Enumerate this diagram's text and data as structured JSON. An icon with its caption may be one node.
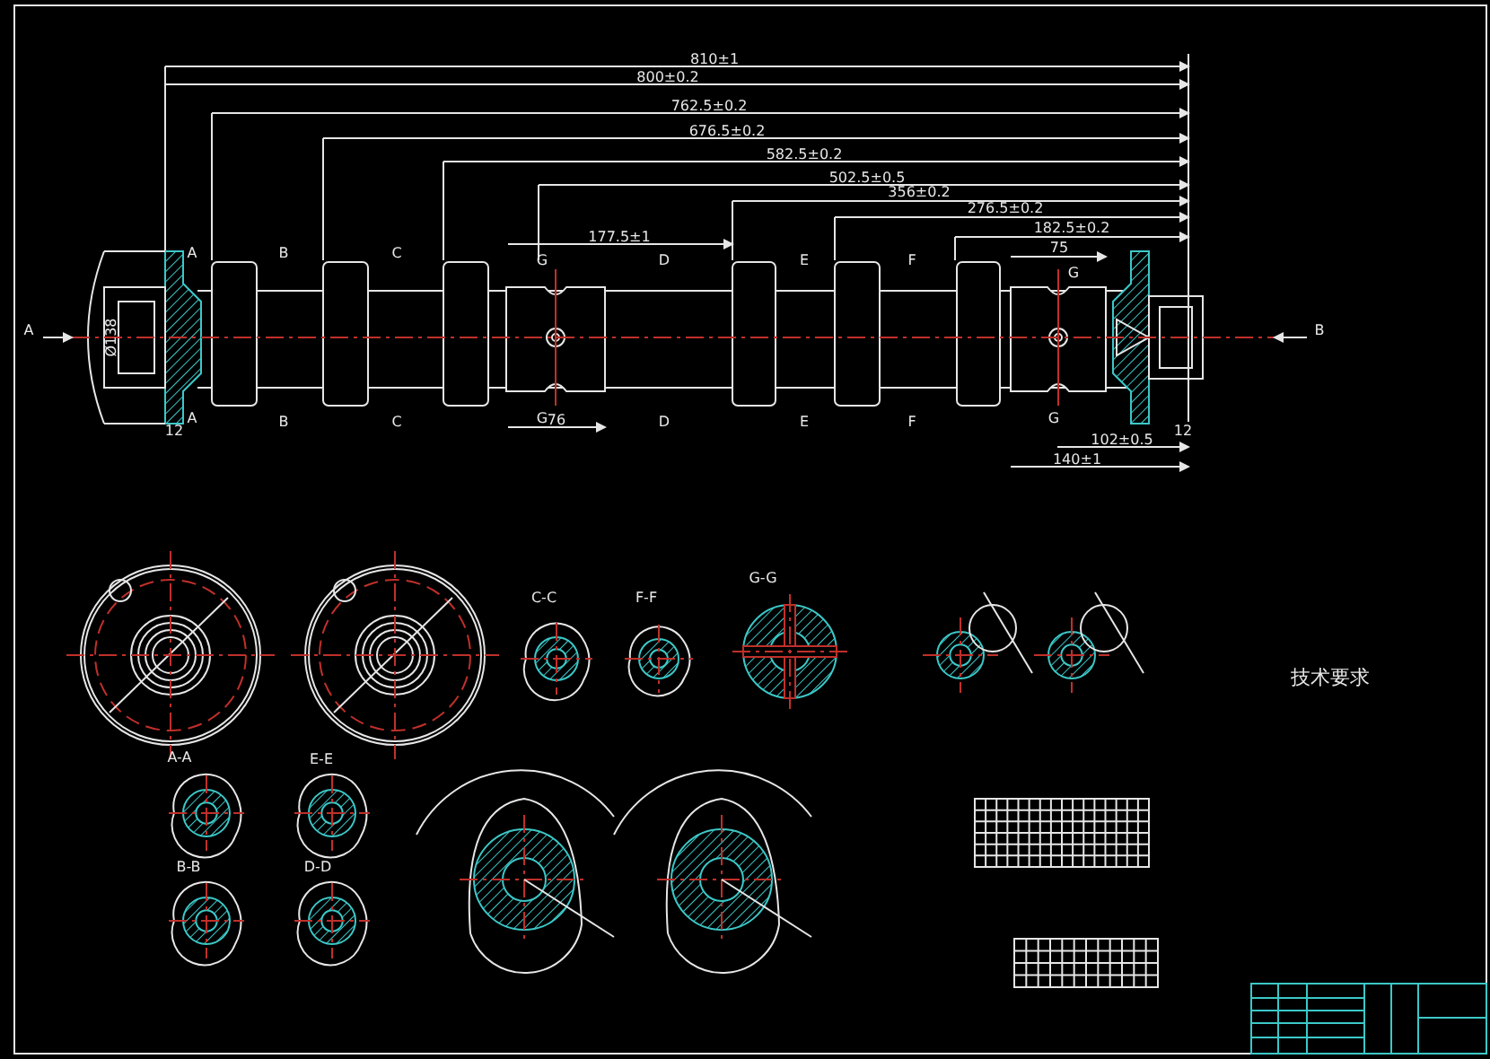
{
  "diagram": {
    "labels": [
      "810±1",
      "800±0.2",
      "762.5±0.2",
      "676.5±0.2",
      "582.5±0.2",
      "502.5±0.5",
      "356±0.2",
      "276.5±0.2",
      "182.5±0.2",
      "177.5±1",
      "75",
      "A",
      "Ø138",
      "B",
      "76",
      "102±0.5",
      "140±1",
      "12",
      "12",
      "A",
      "B",
      "C",
      "G",
      "D",
      "E",
      "F",
      "G",
      "A",
      "B",
      "C",
      "G",
      "D",
      "E",
      "F",
      "G",
      "C-C",
      "F-F",
      "G-G",
      "A-A",
      "E-E",
      "B-B",
      "D-D",
      "技术要求"
    ]
  }
}
